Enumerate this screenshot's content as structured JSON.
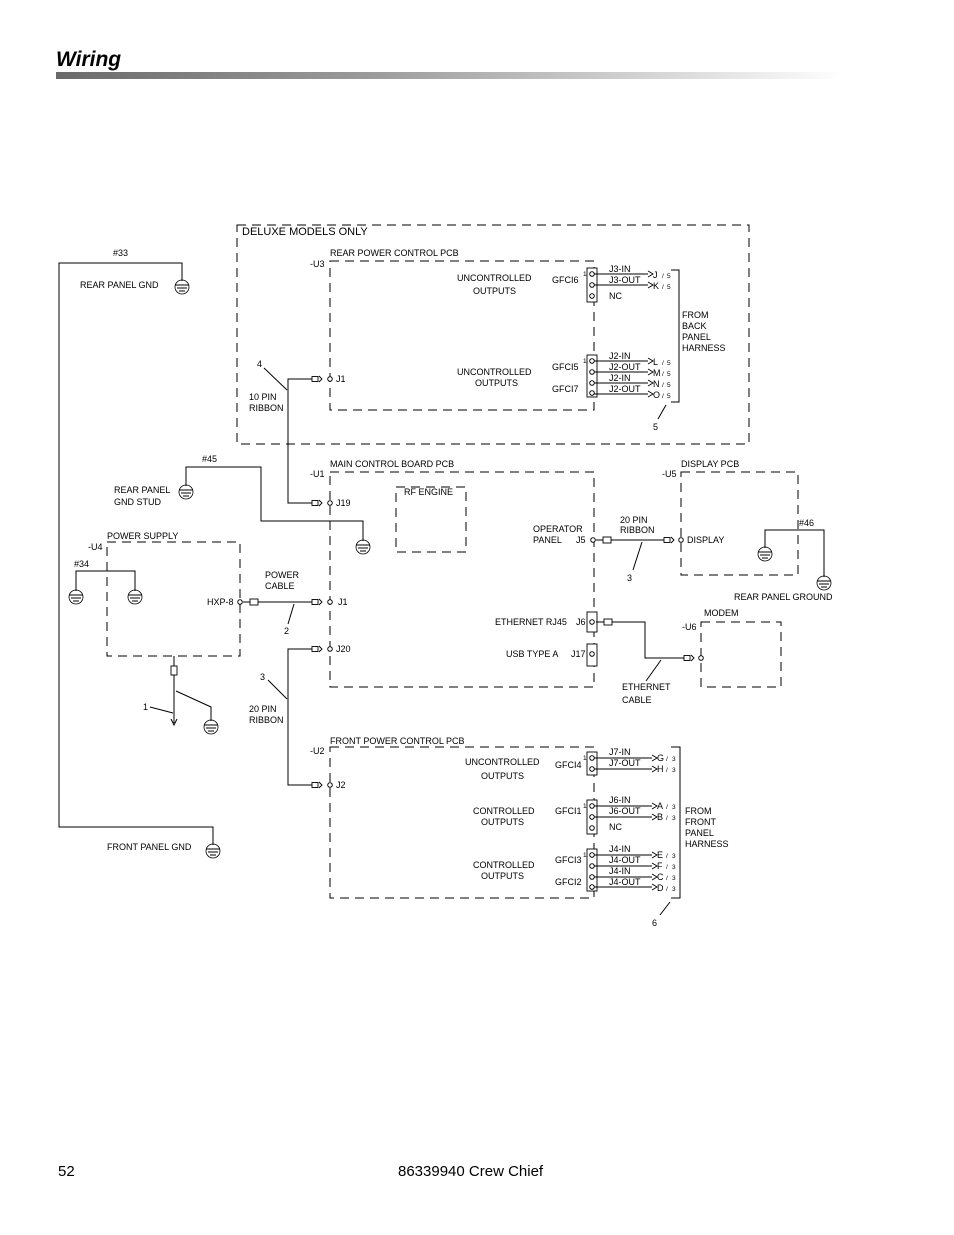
{
  "header": {
    "title": "Wiring"
  },
  "footer": {
    "page_number": "52",
    "document": "86339940  Crew Chief"
  },
  "diagram": {
    "deluxe_box": {
      "label": "DELUXE MODELS ONLY"
    },
    "boards": {
      "u3": {
        "ref": "-U3",
        "name": "REAR POWER CONTROL PCB"
      },
      "u1": {
        "ref": "-U1",
        "name": "MAIN CONTROL BOARD PCB"
      },
      "u2": {
        "ref": "-U2",
        "name": "FRONT POWER CONTROL PCB"
      },
      "u4": {
        "ref": "-U4",
        "name": "POWER SUPPLY"
      },
      "u5": {
        "ref": "-U5",
        "name": "DISPLAY PCB"
      },
      "u6": {
        "ref": "-U6",
        "name": "MODEM"
      },
      "rf": {
        "name": "RF ENGINE"
      }
    },
    "grounds": {
      "rear_panel_gnd": {
        "tag": "#33",
        "label": "REAR PANEL GND"
      },
      "rear_panel_gnd_stud": {
        "tag": "#45",
        "line1": "REAR PANEL",
        "line2": "GND STUD"
      },
      "ps_ground": {
        "tag": "#34"
      },
      "front_panel_gnd": {
        "label": "FRONT PANEL GND"
      },
      "rear_panel_ground": {
        "tag": "#46",
        "label": "REAR PANEL GROUND"
      }
    },
    "u3": {
      "j1": "J1",
      "group1": {
        "line1": "UNCONTROLLED",
        "line2": "OUTPUTS"
      },
      "group2": {
        "line1": "UNCONTROLLED",
        "line2": "OUTPUTS"
      },
      "gfci6": "GFCI6",
      "gfci5": "GFCI5",
      "gfci7": "GFCI7",
      "pins": [
        {
          "pin": "1",
          "label": "J3-IN",
          "wire": "J",
          "sheet": "5"
        },
        {
          "label": "J3-OUT",
          "wire": "K",
          "sheet": "5"
        },
        {
          "label": "NC"
        },
        {
          "pin": "1",
          "label": "J2-IN",
          "wire": "L",
          "sheet": "5"
        },
        {
          "label": "J2-OUT",
          "wire": "M",
          "sheet": "5"
        },
        {
          "label": "J2-IN",
          "wire": "N",
          "sheet": "5"
        },
        {
          "label": "J2-OUT",
          "wire": "O",
          "sheet": "5"
        }
      ],
      "harness": [
        "FROM",
        "BACK",
        "PANEL",
        "HARNESS"
      ],
      "harness_callout": "5"
    },
    "ribbon_10": {
      "callout": "4",
      "line1": "10 PIN",
      "line2": "RIBBON"
    },
    "u1": {
      "j19": "J19",
      "j1": "J1",
      "j20": "J20",
      "j2": "J2",
      "operator_panel": {
        "line1": "OPERATOR",
        "line2": "PANEL"
      },
      "j5": "J5",
      "ethernet": "ETHERNET RJ45",
      "j6": "J6",
      "usb": "USB TYPE A",
      "j17": "J17"
    },
    "power_cable": {
      "line1": "POWER",
      "line2": "CABLE",
      "callout": "2",
      "hxp": "HXP-8"
    },
    "ps_callout": "1",
    "ribbon_20_display": {
      "line1": "20 PIN",
      "line2": "RIBBON",
      "callout": "3"
    },
    "display_label": "DISPLAY",
    "ethernet_cable": {
      "line1": "ETHERNET",
      "line2": "CABLE"
    },
    "ribbon_20_front": {
      "callout": "3",
      "line1": "20 PIN",
      "line2": "RIBBON"
    },
    "u2": {
      "group1": {
        "line1": "UNCONTROLLED",
        "line2": "OUTPUTS"
      },
      "group2": {
        "line1": "CONTROLLED",
        "line2": "OUTPUTS"
      },
      "group3": {
        "line1": "CONTROLLED",
        "line2": "OUTPUTS"
      },
      "gfci4": "GFCI4",
      "gfci1": "GFCI1",
      "gfci3": "GFCI3",
      "gfci2": "GFCI2",
      "pins": [
        {
          "pin": "1",
          "label": "J7-IN",
          "wire": "G",
          "sheet": "3"
        },
        {
          "label": "J7-OUT",
          "wire": "H",
          "sheet": "3"
        },
        {
          "pin": "1",
          "label": "J6-IN",
          "wire": "A",
          "sheet": "3"
        },
        {
          "label": "J6-OUT",
          "wire": "B",
          "sheet": "3"
        },
        {
          "label": "NC"
        },
        {
          "pin": "1",
          "label": "J4-IN",
          "wire": "E",
          "sheet": "3"
        },
        {
          "label": "J4-OUT",
          "wire": "F",
          "sheet": "3"
        },
        {
          "label": "J4-IN",
          "wire": "C",
          "sheet": "3"
        },
        {
          "label": "J4-OUT",
          "wire": "D",
          "sheet": "3"
        }
      ],
      "harness": [
        "FROM",
        "FRONT",
        "PANEL",
        "HARNESS"
      ],
      "harness_callout": "6"
    }
  }
}
